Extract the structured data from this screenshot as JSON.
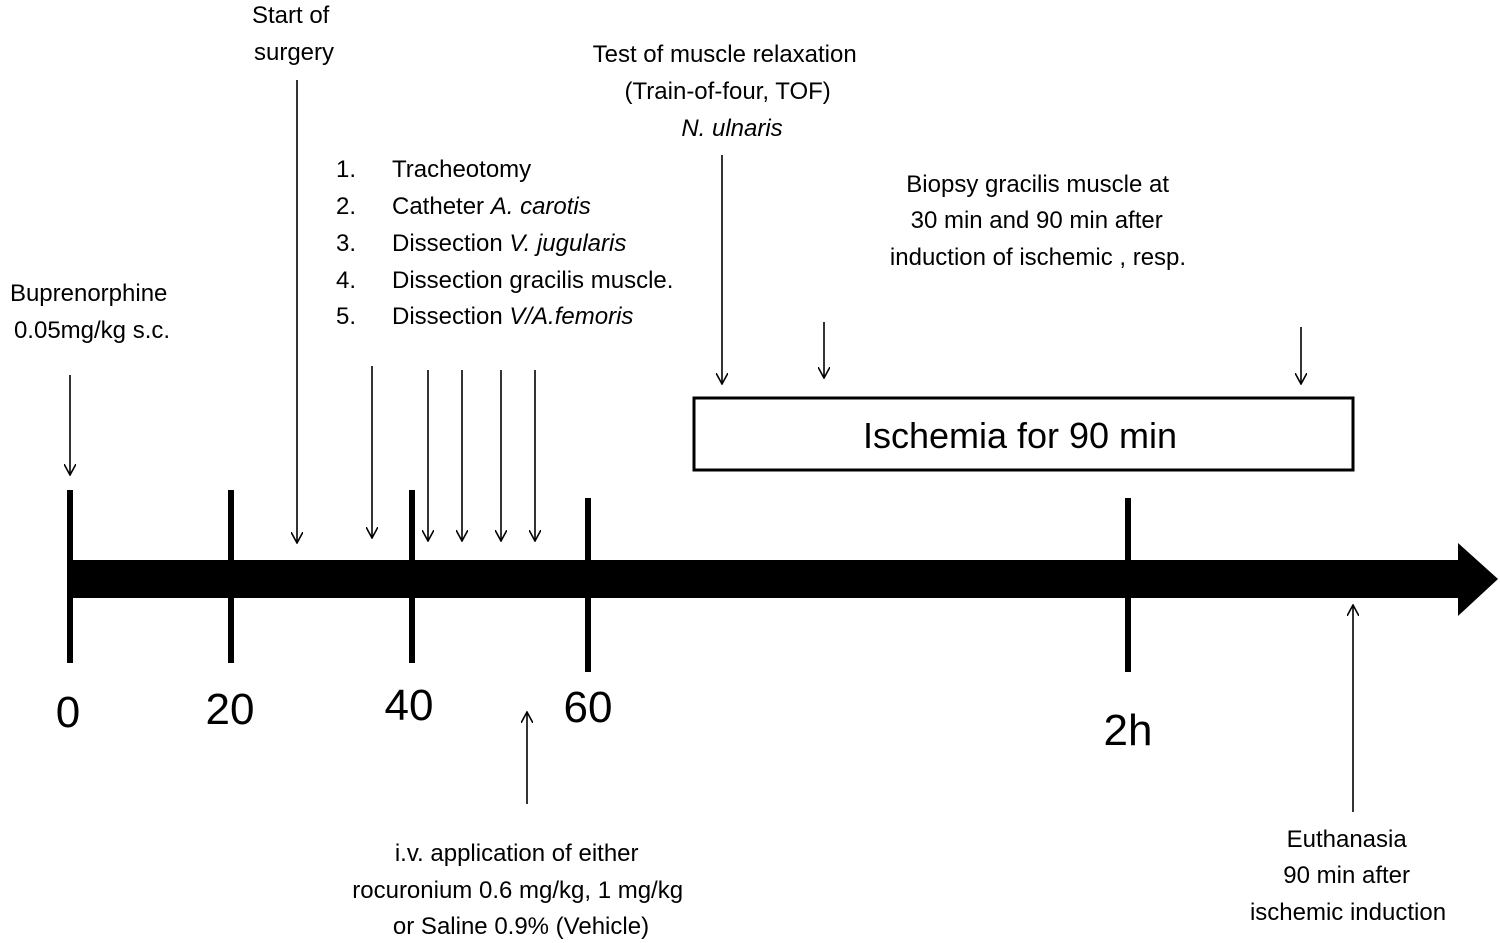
{
  "timeline": {
    "ticks": [
      "0",
      "20",
      "40",
      "60",
      "2h"
    ],
    "ischemia_box": "Ischemia for 90 min"
  },
  "annotations": {
    "buprenorphine": [
      "Buprenorphine",
      "0.05mg/kg  s.c."
    ],
    "start_surgery": [
      "Start of",
      "surgery"
    ],
    "steps": [
      {
        "num": "1.",
        "text": "Tracheotomy",
        "italic": ""
      },
      {
        "num": "2.",
        "text": "Catheter ",
        "italic": "A. carotis"
      },
      {
        "num": "3.",
        "text": "Dissection  ",
        "italic": "V. jugularis"
      },
      {
        "num": "4.",
        "text": "Dissection  gracilis muscle.",
        "italic": ""
      },
      {
        "num": "5.",
        "text": "Dissection  ",
        "italic": "V/A.femoris"
      }
    ],
    "tof": [
      "Test of muscle relaxation",
      "(Train-of-four, TOF)"
    ],
    "tof_italic": "N. ulnaris",
    "biopsy": [
      "Biopsy gracilis muscle  at",
      "30 min and  90 min after",
      "induction of ischemic , resp."
    ],
    "iv": [
      "i.v. application of either",
      "rocuronium 0.6 mg/kg, 1 mg/kg",
      "or Saline 0.9% (Vehicle)"
    ],
    "euthanasia": [
      "Euthanasia",
      "90 min after",
      "ischemic induction"
    ]
  }
}
